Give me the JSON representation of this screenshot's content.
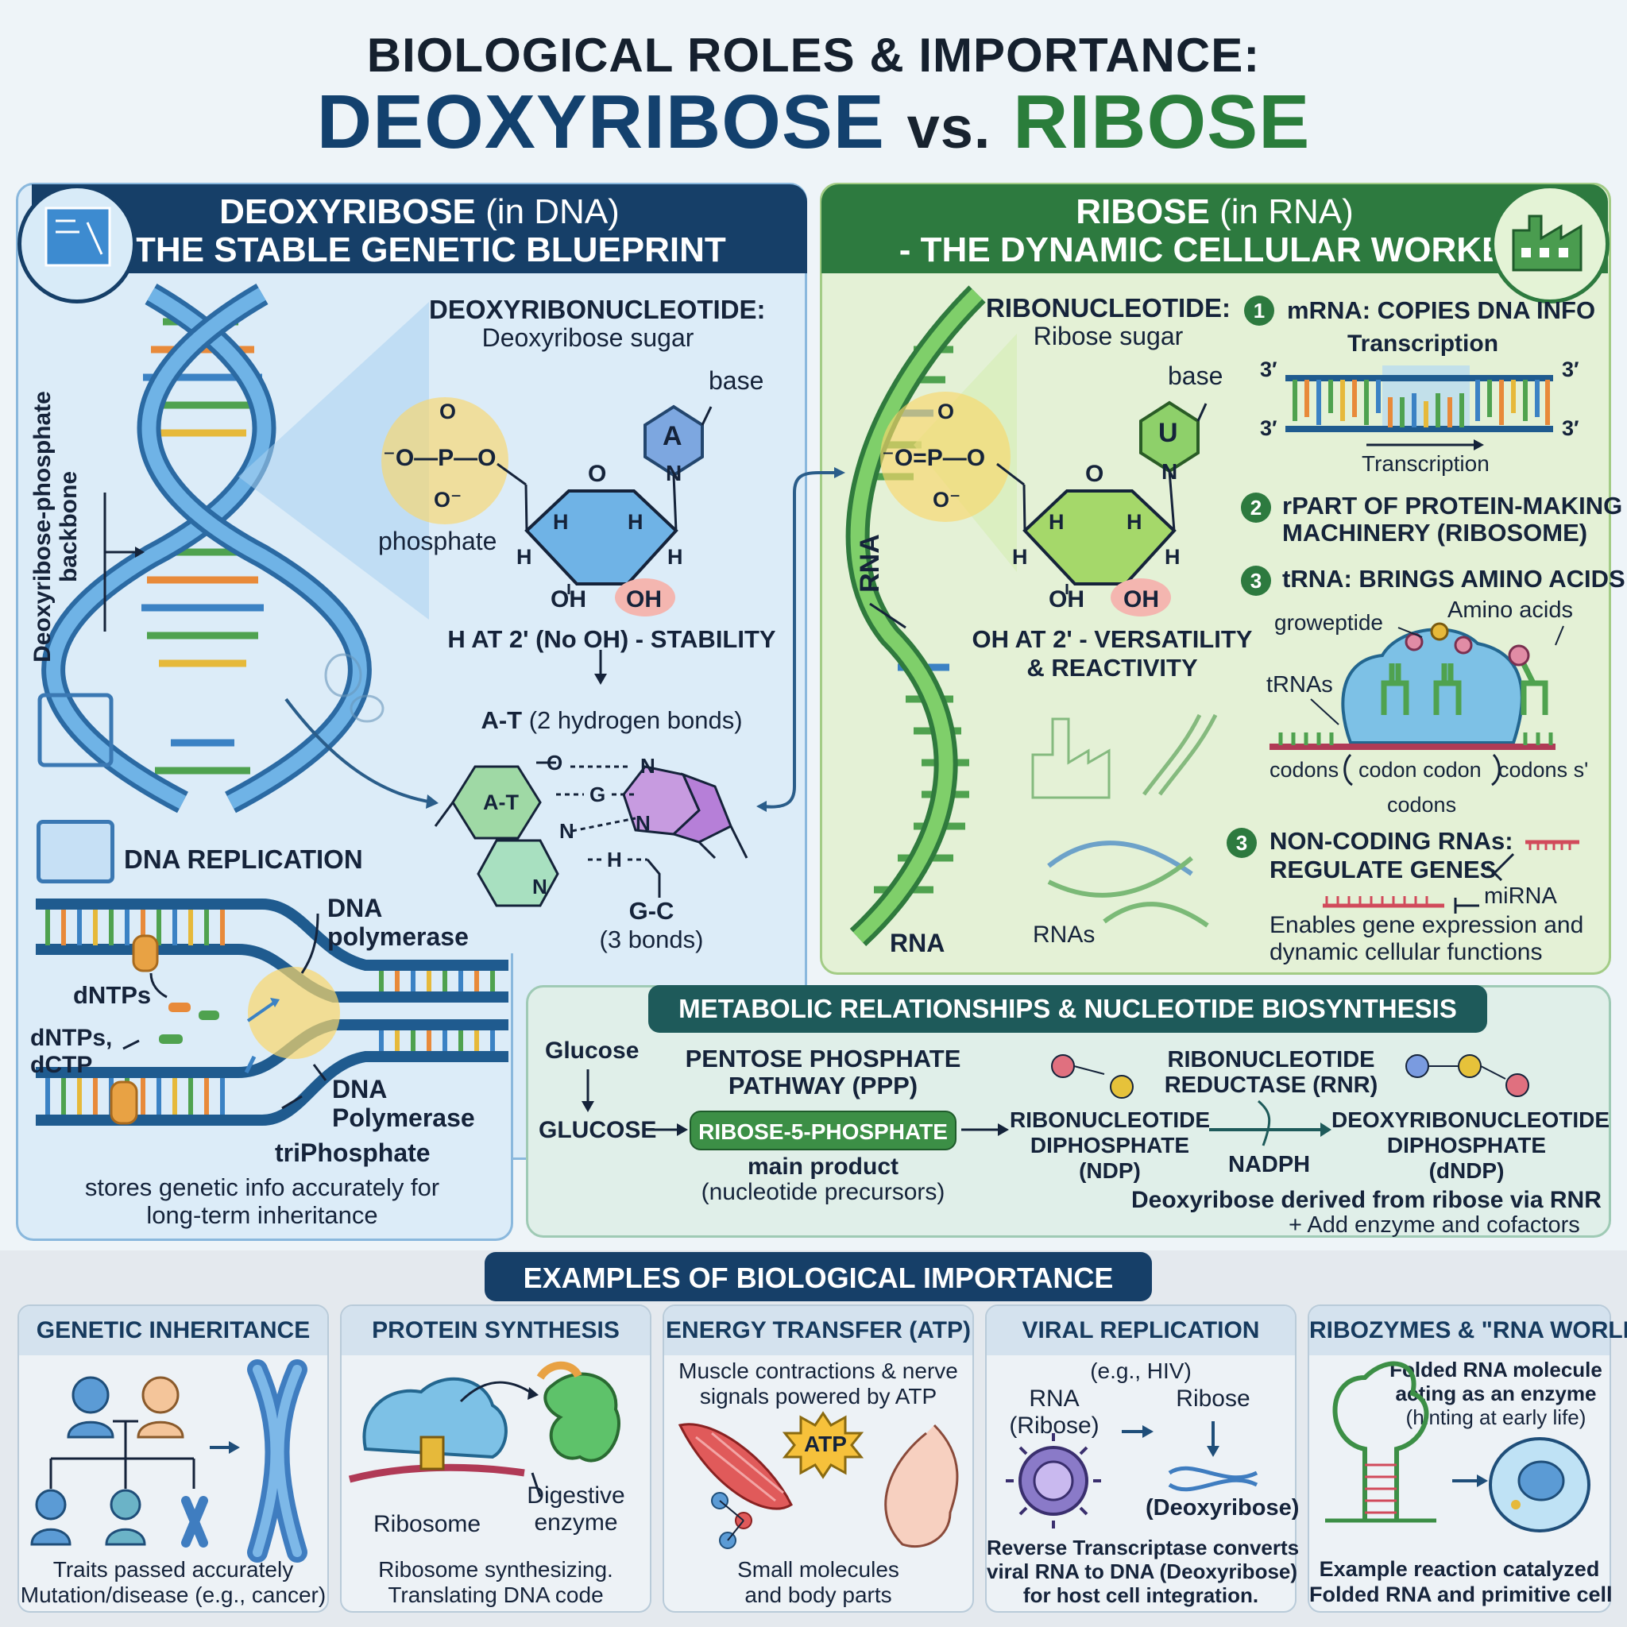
{
  "title": {
    "line1": "BIOLOGICAL ROLES & IMPORTANCE:",
    "deoxy": "DEOXYRIBOSE",
    "vs": "vs.",
    "ribose": "RIBOSE"
  },
  "dna_panel": {
    "header_main": "DEOXYRIBOSE",
    "header_paren": "(in DNA)",
    "header_sub": "- THE STABLE GENETIC BLUEPRINT",
    "backbone_label": "Deoxyribose-phosphate backbone",
    "nucleotide_title": "DEOXYRIBONUCLEOTIDE:",
    "nucleotide_sub": "Deoxyribose sugar",
    "base_label": "base",
    "base_letter": "A",
    "phosphate_label": "phosphate",
    "phosphate_o_top": "O",
    "phosphate_left": "⁻O—P—O",
    "phosphate_o_bottom": "O⁻",
    "ring_o": "O",
    "ring_n": "N",
    "h1": "H",
    "h2": "H",
    "h3": "H",
    "h4": "H",
    "oh_left": "OH",
    "oh_right": "OH",
    "stability": "H AT 2' (No OH) - STABILITY",
    "at_bonds_bold": "A-T",
    "at_bonds_rest": "(2 hydrogen bonds)",
    "at_box": "A-T",
    "pair_o": "O",
    "pair_n1": "N",
    "pair_g": "G",
    "pair_n2": "N",
    "pair_n3": "N",
    "pair_h": "H",
    "pair_n4": "N",
    "gc_label": "G-C",
    "gc_sub": "(3 bonds)",
    "replication_title": "DNA REPLICATION",
    "dna_polymerase_top": "DNA polymerase",
    "dntps": "dNTPs",
    "dntps_dctp": "dNTPs, dCTP",
    "dna_polymerase_bottom": "DNA Polymerase",
    "triphosphate": "triPhosphate",
    "caption": "stores genetic info accurately for long-term inheritance"
  },
  "rna_panel": {
    "header_main": "RIBOSE",
    "header_paren": "(in RNA)",
    "header_sub": "- THE DYNAMIC CELLULAR WORKER",
    "nucleotide_title": "RIBONUCLEOTIDE:",
    "nucleotide_sub": "Ribose sugar",
    "base_label": "base",
    "base_letter": "U",
    "phosphate_o_top": "O",
    "phosphate_left": "⁻O=P—O",
    "phosphate_o_bottom": "O⁻",
    "ring_o": "O",
    "ring_n": "N",
    "h1": "H",
    "h2": "H",
    "h3": "H",
    "h4": "H",
    "oh_left": "OH",
    "oh_right": "OH",
    "versatility_line1": "OH AT 2' - VERSATILITY",
    "versatility_line2": "& REACTIVITY",
    "rna_vertical": "RNA",
    "rna_bottom": "RNA",
    "rnas_label": "RNAs",
    "role1_num": "1",
    "role1": "mRNA: COPIES DNA INFO",
    "transcription_top": "Transcription",
    "three_prime_1": "3′",
    "three_prime_2": "3′",
    "three_prime_3": "3′",
    "three_prime_4": "3′",
    "transcription_bottom": "Transcription",
    "role2_num": "2",
    "role2_line1": "rPART OF PROTEIN-MAKING",
    "role2_line2": "MACHINERY (RIBOSOME)",
    "role3_num": "3",
    "role3": "tRNA: BRINGS AMINO ACIDS",
    "groweptide": "groweptide",
    "amino_acids": "Amino acids",
    "trnas": "tRNAs",
    "codons_left": "codons",
    "codon_codon": "codon codon",
    "codons_right": "codons s'",
    "codons_bottom": "codons",
    "role4_num": "3",
    "role4_line1": "NON-CODING RNAs:",
    "role4_line2": "REGULATE GENES",
    "mirna": "miRNA",
    "role4_caption_line1": "Enables gene expression and",
    "role4_caption_line2": "dynamic cellular functions"
  },
  "metabolic": {
    "title": "METABOLIC RELATIONSHIPS & NUCLEOTIDE BIOSYNTHESIS",
    "glucose_top": "Glucose",
    "glucose_main": "GLUCOSE",
    "ppp_line1": "PENTOSE PHOSPHATE",
    "ppp_line2": "PATHWAY (PPP)",
    "r5p": "RIBOSE-5-PHOSPHATE",
    "main_product": "main product",
    "precursors": "(nucleotide precursors)",
    "rnr_line1": "RIBONUCLEOTIDE",
    "rnr_line2": "REDUCTASE (RNR)",
    "ndp_line1": "RIBONUCLEOTIDE",
    "ndp_line2": "DIPHOSPHATE",
    "ndp_line3": "(NDP)",
    "nadph": "NADPH",
    "dndp_line1": "DEOXYRIBONUCLEOTIDE",
    "dndp_line2": "DIPHOSPHATE",
    "dndp_line3": "(dNDP)",
    "derived": "Deoxyribose derived from ribose via RNR",
    "cofactors": "+ Add enzyme and cofactors"
  },
  "examples": {
    "title": "EXAMPLES OF BIOLOGICAL IMPORTANCE",
    "items": [
      {
        "title": "GENETIC INHERITANCE",
        "caption_line1": "Traits passed accurately",
        "caption_line2": "Mutation/disease (e.g., cancer)"
      },
      {
        "title": "PROTEIN SYNTHESIS",
        "label_ribosome": "Ribosome",
        "label_enzyme_line1": "Digestive",
        "label_enzyme_line2": "enzyme",
        "caption_line1": "Ribosome synthesizing.",
        "caption_line2": "Translating DNA code"
      },
      {
        "title": "ENERGY TRANSFER (ATP)",
        "top_line1": "Muscle contractions & nerve",
        "top_line2": "signals powered by ATP",
        "atp": "ATP",
        "caption_line1": "Small molecules",
        "caption_line2": "and body parts"
      },
      {
        "title": "VIRAL REPLICATION",
        "subtitle": "(e.g., HIV)",
        "rna_label_line1": "RNA",
        "rna_label_line2": "(Ribose)",
        "ribose_label": "Ribose",
        "deoxy_label": "(Deoxyribose)",
        "caption_line1": "Reverse Transcriptase converts",
        "caption_line2": "viral RNA to DNA (Deoxyribose)",
        "caption_line3": "for host cell integration."
      },
      {
        "title": "RIBOZYMES & \"RNA WORLD\"",
        "top_line1": "Folded RNA molecule",
        "top_line2": "acting as an enzyme",
        "top_line3": "(hinting at early life)",
        "caption_line1": "Example reaction catalyzed",
        "caption_line2": "Folded RNA and primitive cell"
      }
    ]
  },
  "colors": {
    "dna_navy": "#163f68",
    "rna_green": "#2d7a3f",
    "dna_panel_bg": "#dcecf8",
    "rna_panel_bg": "#e4f1d6",
    "meta_bg": "#e0efe9",
    "oh_highlight": "#f4b6b0"
  }
}
